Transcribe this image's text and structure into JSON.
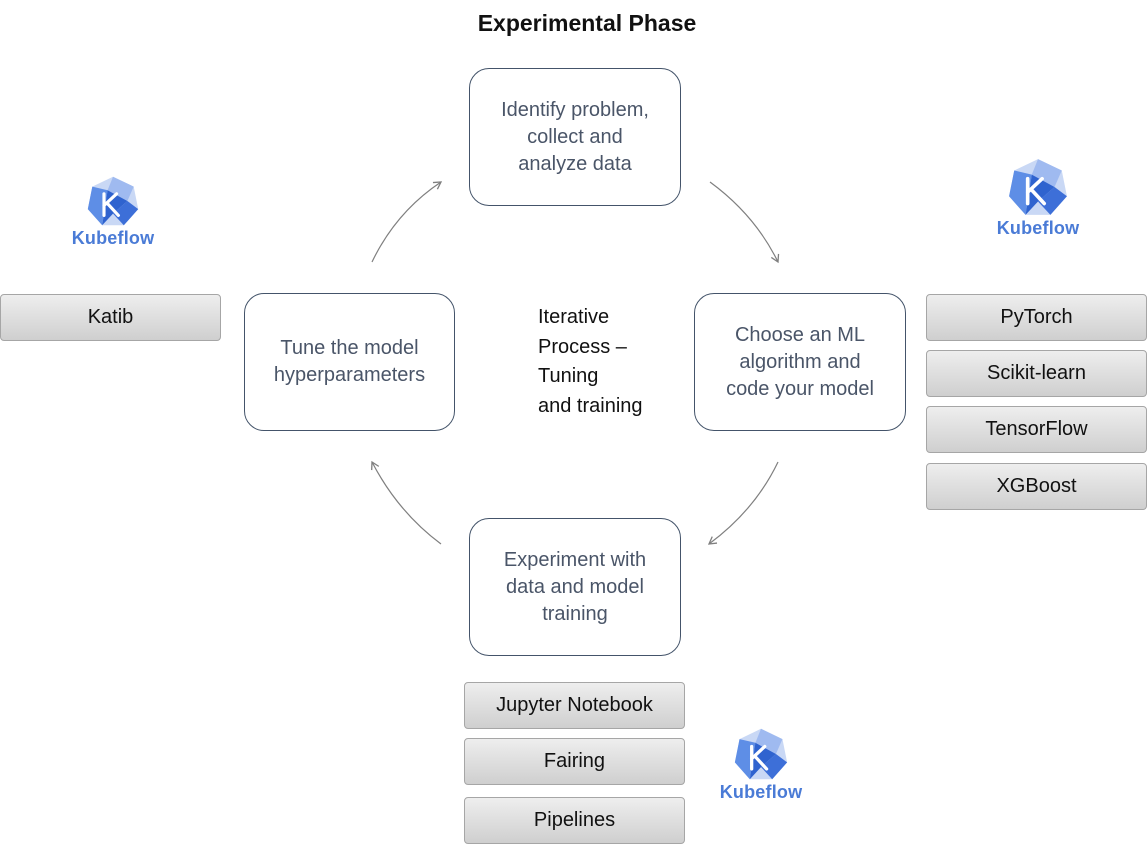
{
  "title": "Experimental Phase",
  "center_text": "Iterative\nProcess –\nTuning\nand training",
  "stages": {
    "identify": "Identify problem,\ncollect and\nanalyze data",
    "choose": "Choose an ML\nalgorithm and\ncode your model",
    "experiment": "Experiment with\ndata and model\ntraining",
    "tune": "Tune the model\nhyperparameters"
  },
  "tools": {
    "tune": [
      "Katib"
    ],
    "choose": [
      "PyTorch",
      "Scikit-learn",
      "TensorFlow",
      "XGBoost"
    ],
    "experiment": [
      "Jupyter Notebook",
      "Fairing",
      "Pipelines"
    ]
  },
  "logo_label": "Kubeflow",
  "colors": {
    "stage_border": "#44546a",
    "stage_text": "#4a5568",
    "logo_blue": "#4a7bd6",
    "arrow": "#7f7f7f"
  }
}
